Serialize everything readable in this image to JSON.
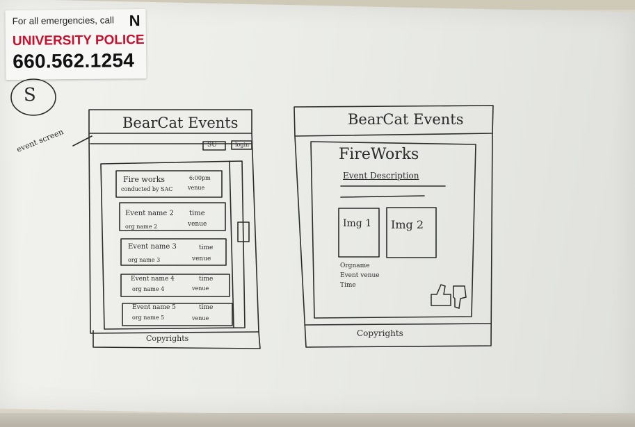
{
  "sticker": {
    "line1": "For all emergencies, call",
    "logo": "N",
    "line2": "UNIVERSITY POLICE",
    "phone": "660.562.1254"
  },
  "annotations": {
    "circled_number": "S",
    "side_note": "event screen"
  },
  "left_wireframe": {
    "title": "BearCat Events",
    "buttons": [
      "SU",
      "login"
    ],
    "events": [
      {
        "name": "Fire works",
        "time": "6:00pm",
        "org": "conducted by SAC",
        "venue": "venue"
      },
      {
        "name": "Event name 2",
        "time": "time",
        "org": "org name 2",
        "venue": "venue"
      },
      {
        "name": "Event name 3",
        "time": "time",
        "org": "org name 3",
        "venue": "venue"
      },
      {
        "name": "Event name 4",
        "time": "time",
        "org": "org name 4",
        "venue": "venue"
      },
      {
        "name": "Event name 5",
        "time": "time",
        "org": "org name 5",
        "venue": "venue"
      }
    ],
    "footer": "Copyrights"
  },
  "right_wireframe": {
    "title": "BearCat Events",
    "event_title": "FireWorks",
    "description_label": "Event Description",
    "images": [
      "Img 1",
      "Img 2"
    ],
    "details": [
      "Orgname",
      "Event venue",
      "Time"
    ],
    "reaction_icons": [
      "thumbs-up-icon",
      "thumbs-down-icon"
    ],
    "footer": "Copyrights"
  }
}
